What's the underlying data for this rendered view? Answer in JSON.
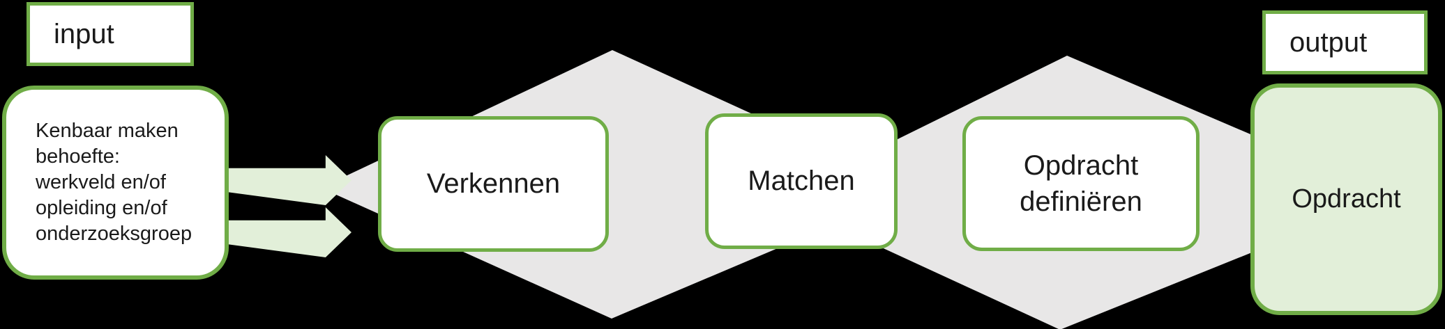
{
  "diagram": {
    "input_label": "input",
    "output_label": "output",
    "need_box": {
      "lines": [
        "Kenbaar maken",
        "behoefte:",
        "werkveld en/of",
        "opleiding en/of",
        "onderzoeksgroep"
      ]
    },
    "stages": {
      "verkennen": "Verkennen",
      "matchen": "Matchen",
      "opdracht_definieren_line1": "Opdracht",
      "opdracht_definieren_line2": "definiëren",
      "opdracht_output": "Opdracht"
    }
  },
  "colors": {
    "background": "#000000",
    "border_green": "#70ad47",
    "light_green_fill": "#e2efd9",
    "diamond_gray": "#e8e7e7",
    "box_white": "#ffffff",
    "text": "#1a1a1a"
  }
}
